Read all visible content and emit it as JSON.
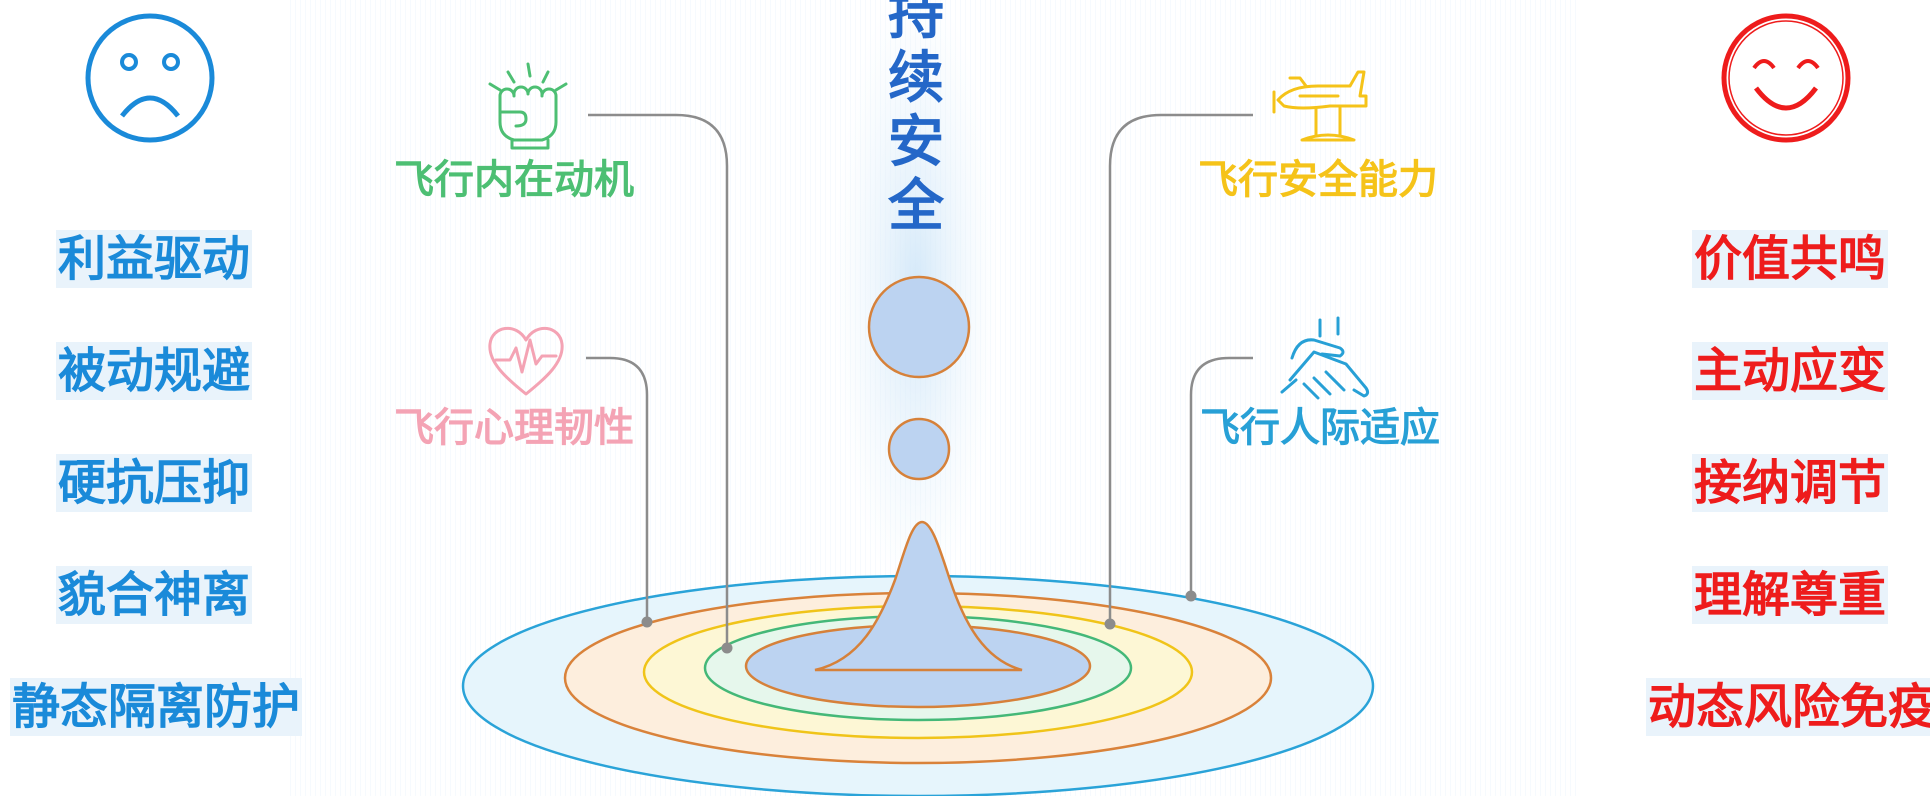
{
  "title_chars": [
    "持",
    "续",
    "安",
    "全"
  ],
  "left_labels": [
    "利益驱动",
    "被动规避",
    "硬抗压抑",
    "貌合神离",
    "静态隔离防护"
  ],
  "right_labels": [
    "价值共鸣",
    "主动应变",
    "接纳调节",
    "理解尊重",
    "动态风险免疫"
  ],
  "factors": {
    "motivation": {
      "label": "飞行内在动机",
      "icon": "fist-icon",
      "color": "#4dbf73"
    },
    "resilience": {
      "label": "飞行心理韧性",
      "icon": "heart-pulse-icon",
      "color": "#f4a3b4"
    },
    "safety": {
      "label": "飞行安全能力",
      "icon": "airplane-icon",
      "color": "#f5c319"
    },
    "interpersonal": {
      "label": "飞行人际适应",
      "icon": "handshake-icon",
      "color": "#27a0d6"
    }
  },
  "colors": {
    "left": "#1a8ad9",
    "right": "#ee1c1c",
    "title": "#2467c8"
  },
  "faces": {
    "left": "sad-face-icon",
    "right": "happy-face-icon"
  }
}
